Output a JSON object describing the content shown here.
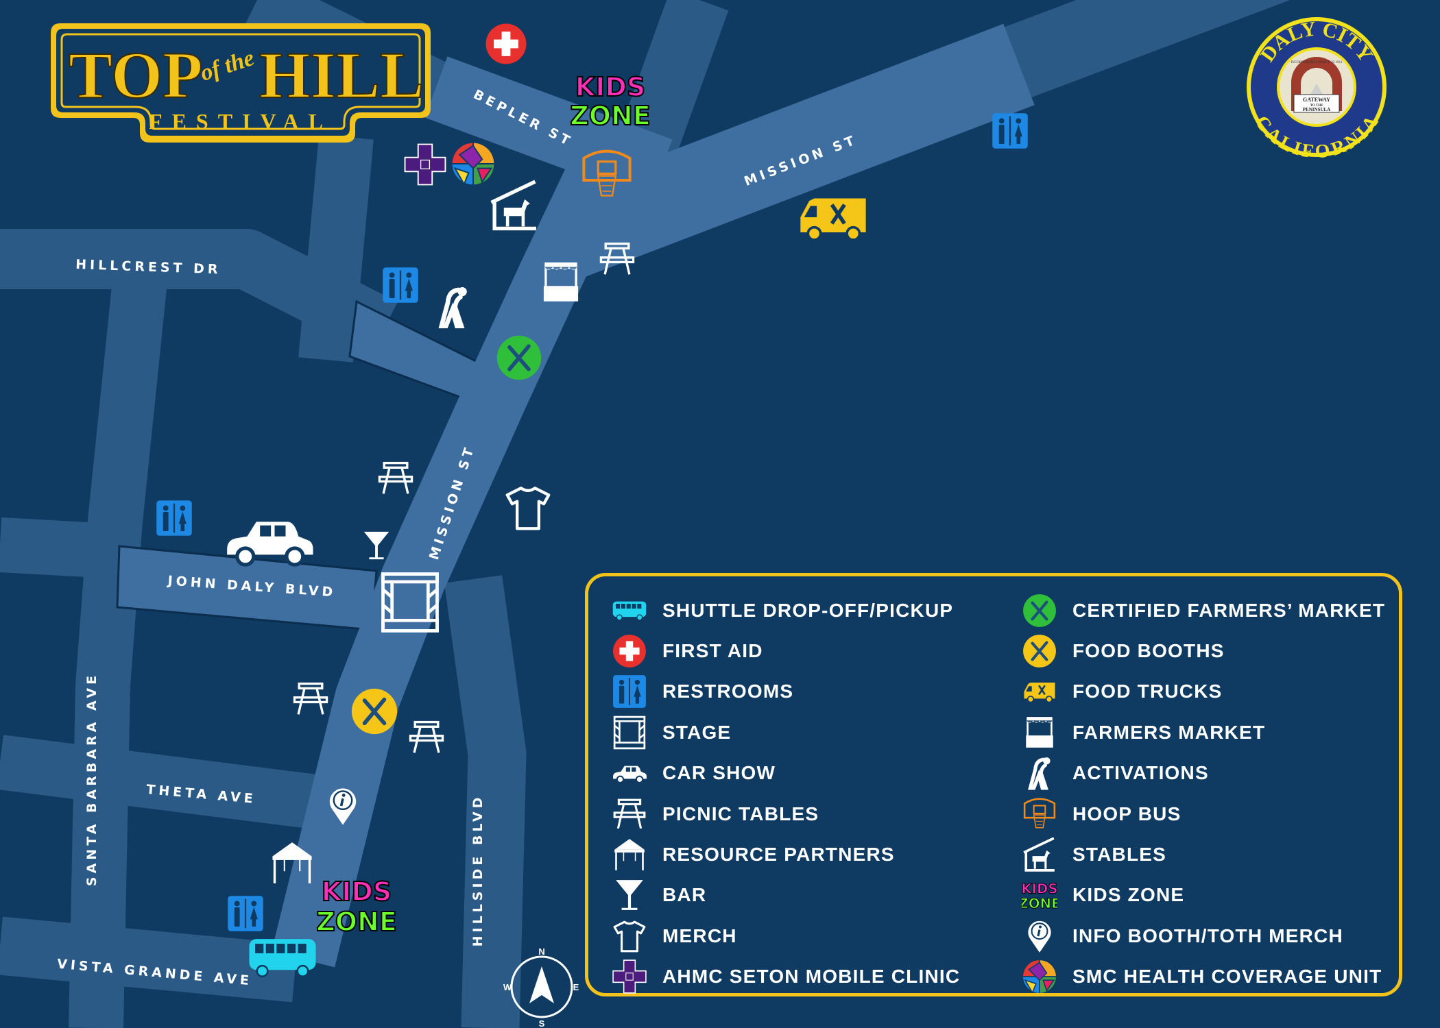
{
  "logo": {
    "top": "TOP",
    "of_the": "of the",
    "hill": "HILL",
    "festival": "FESTIVAL"
  },
  "seal": {
    "top_text": "DALY CITY",
    "bottom_text": "CALIFORNIA",
    "ring_text": "INCORPORATED MARCH 22 1911",
    "motto_1": "GATEWAY",
    "motto_2": "TO THE",
    "motto_3": "PENINSULA"
  },
  "streets": {
    "hillcrest": "HILLCREST DR",
    "bepler": "BEPLER ST",
    "mission_ne": "MISSION ST",
    "mission": "MISSION ST",
    "john_daly": "JOHN DALY BLVD",
    "santa_barbara": "SANTA BARBARA AVE",
    "theta": "THETA AVE",
    "hillside": "HILLSIDE BLVD",
    "vista_grande": "VISTA GRANDE AVE"
  },
  "kids_zone_icon": {
    "line1": "KIDS",
    "line2": "ZONE"
  },
  "compass": {
    "n": "N",
    "e": "E",
    "s": "S",
    "w": "W"
  },
  "colors": {
    "background": "#0f3a62",
    "main_road": "#3f6fa0",
    "minor_road": "#2b5a86",
    "accent_gold": "#f2c31b",
    "first_aid": "#e8302e",
    "restroom": "#1e88e5",
    "farmers_market_green": "#2fbf3a",
    "food_yellow": "#f5c518",
    "hoop_orange": "#f08a1c",
    "shuttle_cyan": "#22d3ee",
    "clinic_purple": "#4b1c7d"
  },
  "legend": {
    "left": [
      {
        "icon": "bus",
        "label": "SHUTTLE DROP-OFF/PICKUP"
      },
      {
        "icon": "firstaid",
        "label": "FIRST AID"
      },
      {
        "icon": "restroom",
        "label": "RESTROOMS"
      },
      {
        "icon": "stage",
        "label": "STAGE"
      },
      {
        "icon": "car",
        "label": "CAR SHOW"
      },
      {
        "icon": "picnic",
        "label": "PICNIC TABLES"
      },
      {
        "icon": "tent",
        "label": "RESOURCE PARTNERS"
      },
      {
        "icon": "bar",
        "label": "BAR"
      },
      {
        "icon": "shirt",
        "label": "MERCH"
      },
      {
        "icon": "clinic",
        "label": "AHMC SETON MOBILE CLINIC"
      }
    ],
    "right": [
      {
        "icon": "food-green",
        "label": "CERTIFIED FARMERS’ MARKET"
      },
      {
        "icon": "food-yellow",
        "label": "FOOD BOOTHS"
      },
      {
        "icon": "truck",
        "label": "FOOD TRUCKS"
      },
      {
        "icon": "booth",
        "label": "FARMERS MARKET"
      },
      {
        "icon": "activation",
        "label": "ACTIVATIONS"
      },
      {
        "icon": "hoop",
        "label": "HOOP BUS"
      },
      {
        "icon": "stables",
        "label": "STABLES"
      },
      {
        "icon": "kidszone",
        "label": "KIDS ZONE"
      },
      {
        "icon": "info",
        "label": "INFO BOOTH/TOTH MERCH"
      },
      {
        "icon": "smc",
        "label": "SMC HEALTH COVERAGE UNIT"
      }
    ]
  }
}
